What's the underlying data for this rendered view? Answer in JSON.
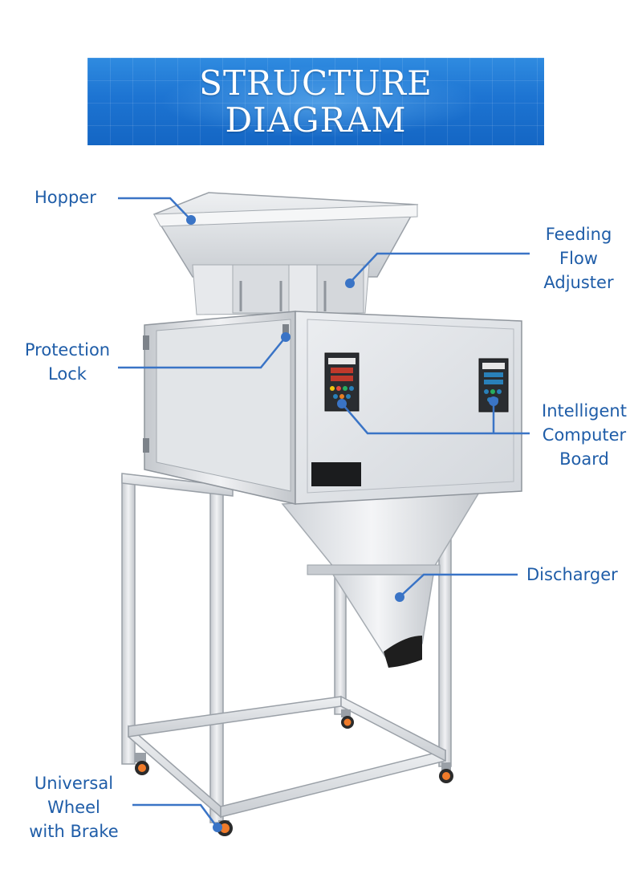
{
  "banner": {
    "line1": "STRUCTURE",
    "line2": "DIAGRAM"
  },
  "callouts": {
    "hopper": [
      "Hopper"
    ],
    "feeding_flow_adjuster": [
      "Feeding",
      "Flow",
      "Adjuster"
    ],
    "protection_lock": [
      "Protection",
      "Lock"
    ],
    "intelligent_computer_board": [
      "Intelligent",
      "Computer",
      "Board"
    ],
    "discharger": [
      "Discharger"
    ],
    "universal_wheel": [
      "Universal",
      "Wheel",
      "with Brake"
    ]
  },
  "colors": {
    "label_text": "#1f5da8",
    "leader_line": "#3a74c6",
    "banner_blue": "#1d74d2",
    "steel": "#dcdfe3",
    "wheel_orange": "#f07b2a"
  }
}
